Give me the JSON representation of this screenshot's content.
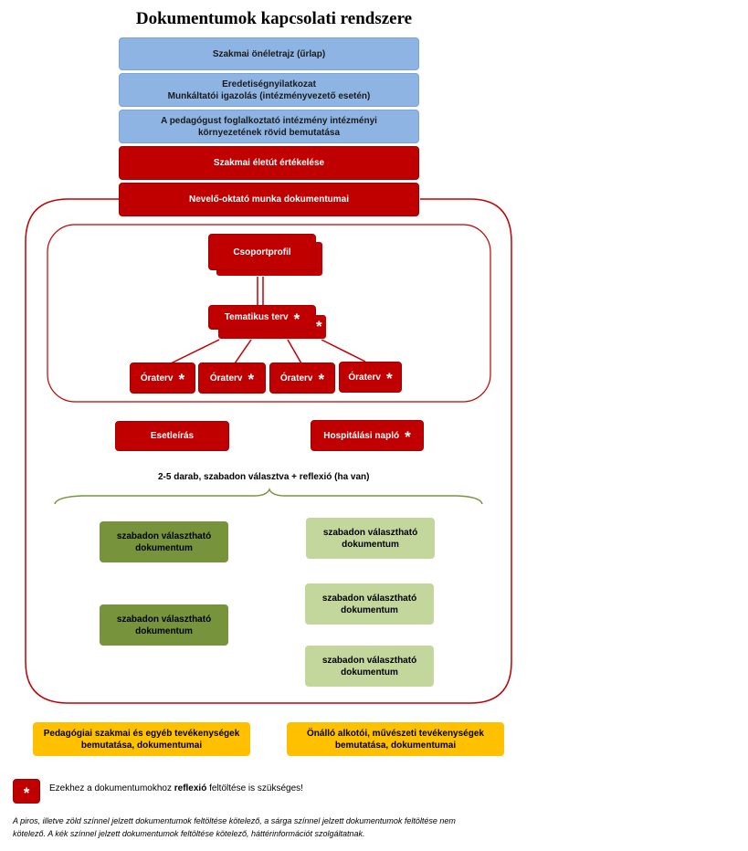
{
  "title": "Dokumentumok kapcsolati rendszere",
  "colors": {
    "blue": "#8eb4e3",
    "red": "#c00000",
    "dark_green": "#77933c",
    "light_green": "#c3d69b",
    "yellow": "#ffc000"
  },
  "top_blocks": {
    "cv": "Szakmai önéletrajz (űrlap)",
    "originality_1": "Eredetiségnyilatkozat",
    "originality_2": "Munkáltatói igazolás (intézményvezető esetén)",
    "institution_1": "A pedagógust foglalkoztató intézmény intézményi",
    "institution_2": "környezetének rövid bemutatása",
    "career": "Szakmai életút értékelése",
    "work_docs": "Nevelő-oktató munka dokumentumai"
  },
  "inner": {
    "group_profile": "Csoportprofil",
    "thematic_plan": "Tematikus terv",
    "lesson_plans": [
      "Óraterv",
      "Óraterv",
      "Óraterv",
      "Óraterv"
    ]
  },
  "case": "Esetleírás",
  "observation": "Hospitálási napló",
  "star": "*",
  "count_label": "2-5  darab, szabadon választva + reflexió (ha van)",
  "free_docs": {
    "line1": "szabadon választható",
    "line2": "dokumentum"
  },
  "bottom": {
    "left_1": "Pedagógiai szakmai és egyéb tevékenységek",
    "left_2": "bemutatása, dokumentumai",
    "right_1": "Önálló alkotói, művészeti tevékenységek",
    "right_2": "bemutatása, dokumentumai"
  },
  "legend": {
    "before": "Ezekhez a dokumentumokhoz ",
    "bold": "reflexió",
    "after": " feltöltése is szükséges!"
  },
  "footnote_1": "A piros, illetve zöld színnel jelzett dokumentumok feltöltése kötelező, a sárga színnel jelzett dokumentumok feltöltése nem",
  "footnote_2": "kötelező. A kék színnel jelzett dokumentumok feltöltése kötelező, háttérinformációt szolgáltatnak."
}
